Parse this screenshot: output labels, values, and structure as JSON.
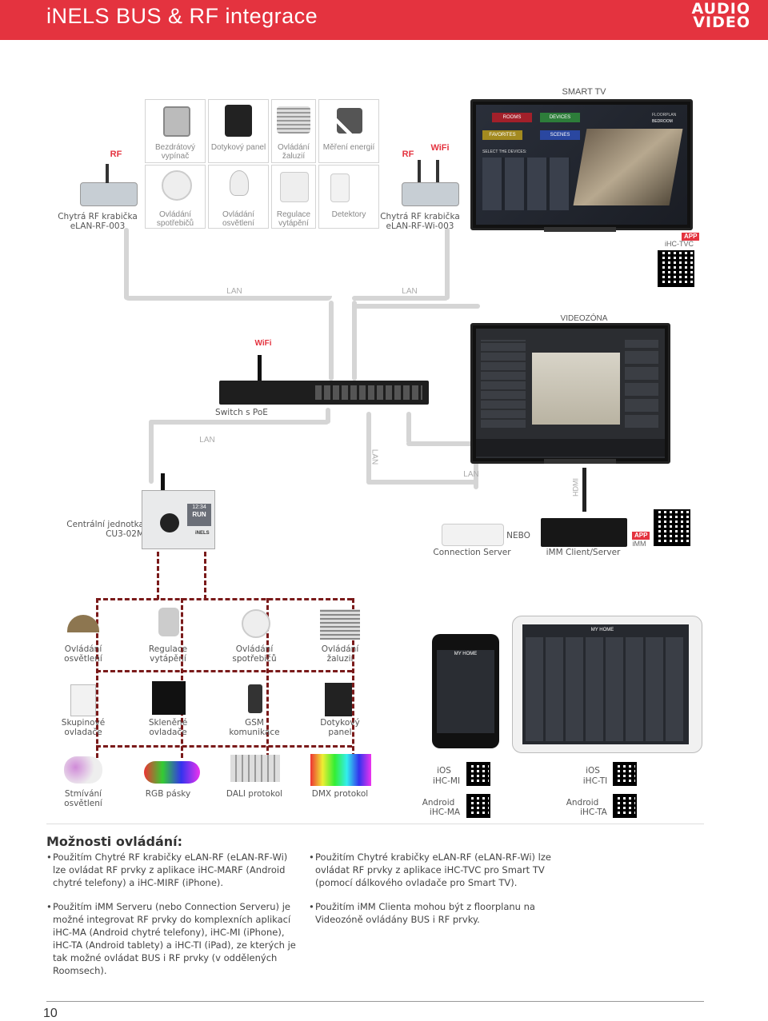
{
  "header": {
    "title": "iNELS BUS & RF integrace",
    "brand_line1": "AUDIO",
    "brand_line2": "VIDEO"
  },
  "top": {
    "rf_left": "RF",
    "rf_right": "RF",
    "wifi_top": "WiFi",
    "devices": [
      "Bezdrátový vypínač",
      "Dotykový panel",
      "Ovládání žaluzií",
      "Měření energií",
      "Ovládání spotřebičů",
      "Ovládání osvětlení",
      "Regulace vytápění",
      "Detektory"
    ],
    "box_left_l1": "Chytrá RF krabička",
    "box_left_l2": "eLAN-RF-003",
    "box_right_l1": "Chytrá RF krabička",
    "box_right_l2": "eLAN-RF-Wi-003",
    "smart_tv": "SMART TV",
    "tv_tabs": [
      "ROOMS",
      "DEVICES",
      "FAVORITES",
      "SCENES"
    ],
    "tv_select": "SELECT THE DEVICES:",
    "tv_floorplan": "FLOORPLAN",
    "tv_bedroom": "BEDROOM",
    "app_badge": "APP",
    "app_tvc": "iHC-TVC"
  },
  "middle": {
    "lan1": "LAN",
    "lan2": "LAN",
    "videozona": "VIDEOZÓNA",
    "wifi": "WiFi",
    "switch": "Switch s PoE",
    "lan3": "LAN",
    "lan4": "LAN",
    "lan5": "LAN",
    "hdmi": "HDMI",
    "central_l1": "Centrální jednotka",
    "central_l2": "CU3-02M",
    "cu_screen_time": "12:34",
    "cu_screen_run": "RUN",
    "cu_brand": "iNELS",
    "conn_server": "Connection Server",
    "nebo": "NEBO",
    "imm_client": "iMM Client/Server",
    "app_badge2": "APP",
    "app_imm": "iMM"
  },
  "devices_grid": [
    {
      "l1": "Ovládání",
      "l2": "osvětlení"
    },
    {
      "l1": "Regulace",
      "l2": "vytápění"
    },
    {
      "l1": "Ovládání",
      "l2": "spotřebičů"
    },
    {
      "l1": "Ovládání",
      "l2": "žaluzií"
    },
    {
      "l1": "Skupinové",
      "l2": "ovladače"
    },
    {
      "l1": "Skleněné",
      "l2": "ovladače"
    },
    {
      "l1": "GSM",
      "l2": "komunikace"
    },
    {
      "l1": "Dotykový",
      "l2": "panel"
    },
    {
      "l1": "Stmívání",
      "l2": "osvětlení"
    },
    {
      "l1": "RGB pásky",
      "l2": ""
    },
    {
      "l1": "DALI protokol",
      "l2": ""
    },
    {
      "l1": "DMX protokol",
      "l2": ""
    }
  ],
  "apps": {
    "ios1": "iOS",
    "mi": "iHC-MI",
    "android1": "Android",
    "ma": "iHC-MA",
    "ios2": "iOS",
    "ti": "iHC-TI",
    "android2": "Android",
    "ta": "iHC-TA",
    "phone_title": "MY HOME",
    "tablet_title": "MY HOME"
  },
  "options": {
    "heading": "Možnosti ovládání:",
    "b1": "Použitím Chytré RF krabičky eLAN-RF (eLAN-RF-Wi) lze ovládat RF prvky z aplikace iHC-MARF (Android chytré telefony) a iHC-MIRF (iPhone).",
    "b2": "Použitím iMM Serveru (nebo Connection Serveru) je možné integrovat RF prvky do komplexních aplikací iHC-MA (Android chytré telefony), iHC-MI (iPhone), iHC-TA (Android tablety) a iHC-TI (iPad), ze kterých je tak možné ovládat BUS i RF prvky (v oddělených Roomsech).",
    "b3": "Použitím Chytré krabičky eLAN-RF (eLAN-RF-Wi) lze ovládat RF prvky z aplikace iHC-TVC pro Smart TV (pomocí dálkového ovladače pro Smart TV).",
    "b4": "Použitím iMM Clienta mohou být z floorplanu na Videozóně ovládány BUS i RF prvky."
  },
  "page_number": "10"
}
